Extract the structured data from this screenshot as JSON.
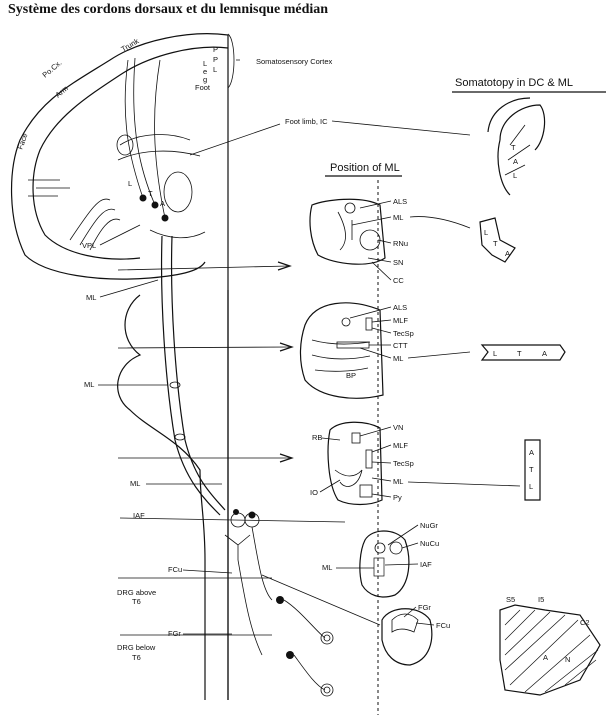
{
  "title": "Système des cordons dorsaux et du lemnisque médian",
  "cortex": {
    "trunk": "Trunk",
    "pocsy": "Po.Cx.",
    "arm": "Arm",
    "face": "Face",
    "L": "L",
    "e": "e",
    "g": "g",
    "P": "P",
    "P2": "P",
    "L2": "L",
    "foot": "Foot",
    "somatosensory": "Somatosensory Cortex",
    "foot_limb": "Foot limb, IC"
  },
  "thalamus": {
    "vpl": "VPL",
    "L": "L",
    "T": "T",
    "A": "A"
  },
  "somatotopy": {
    "title": "Somatotopy in DC & ML",
    "letters": [
      "T",
      "A",
      "L"
    ]
  },
  "position": {
    "title": "Position of ML",
    "midbrain": [
      "ALS",
      "ML",
      "RNu",
      "SN",
      "CC"
    ],
    "midbrain_shape": [
      "L",
      "T",
      "A"
    ],
    "pons": [
      "ALS",
      "MLF",
      "TecSp",
      "CTT",
      "ML"
    ],
    "bp": "BP",
    "pons_shape": [
      "L",
      "T",
      "A"
    ],
    "medulla": [
      "VN",
      "MLF",
      "TecSp",
      "ML",
      "Py"
    ],
    "rb": "RB",
    "io": "IO",
    "medulla_shape": [
      "A",
      "T",
      "L"
    ],
    "caudal": [
      "NuGr",
      "NuCu",
      "IAF"
    ],
    "caudal_ml": "ML",
    "cord": [
      "FGr",
      "FCu"
    ]
  },
  "side_labels": [
    "ML",
    "ML",
    "ML",
    "IAF",
    "FCu",
    "DRG above",
    "T6",
    "FGr",
    "DRG below",
    "T6"
  ],
  "dermatome": {
    "S5": "S5",
    "I5": "I5",
    "C2": "C2",
    "A": "A",
    "N": "N"
  }
}
